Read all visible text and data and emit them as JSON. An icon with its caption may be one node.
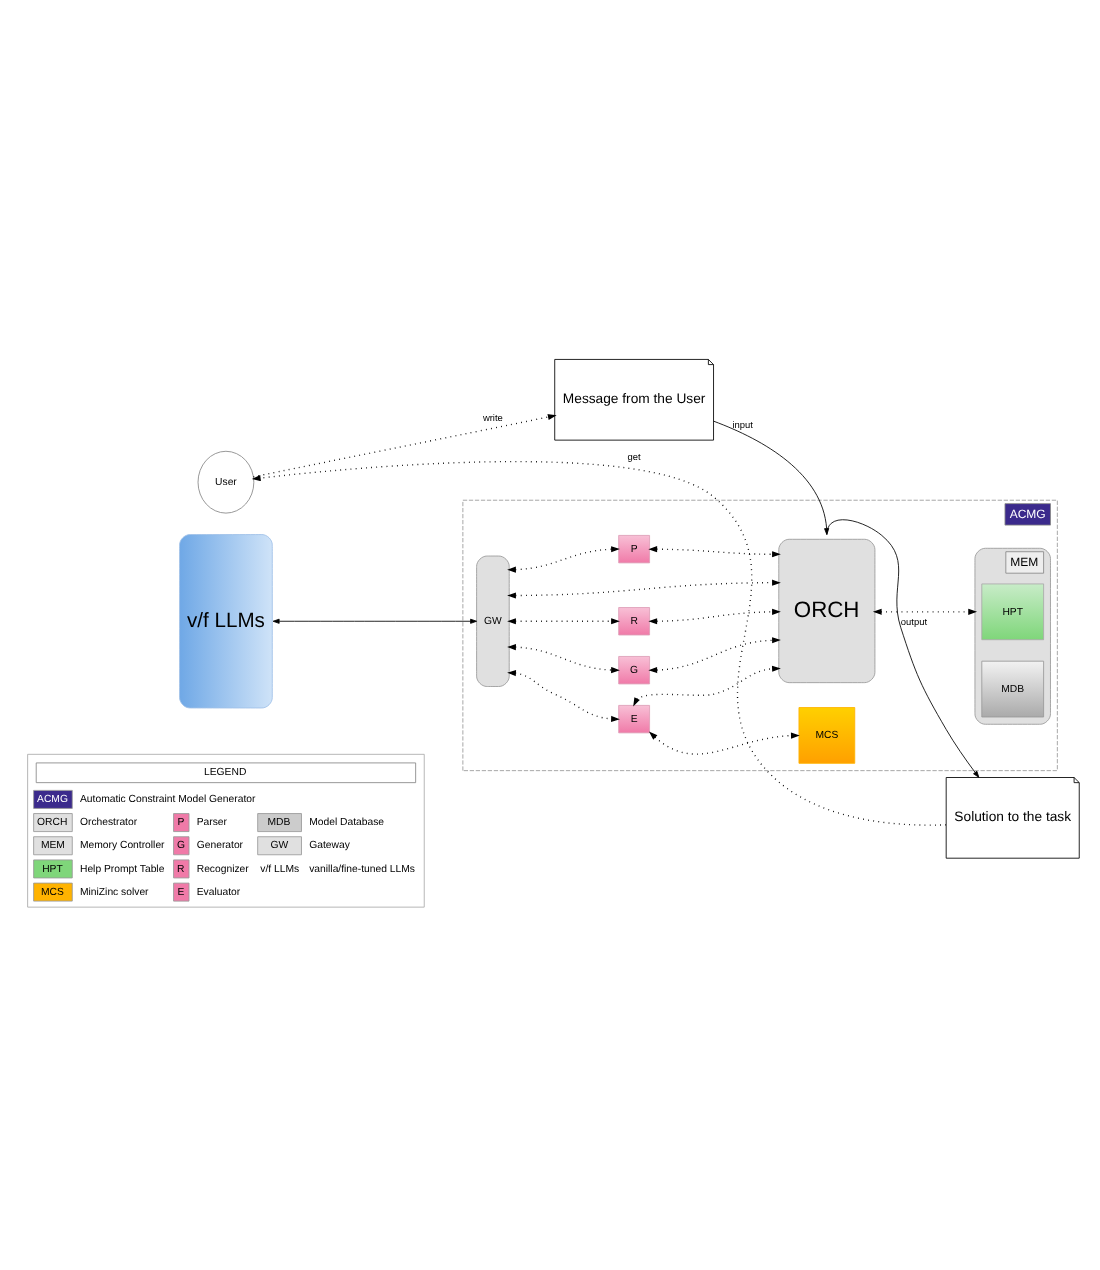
{
  "diagram": {
    "nodes": [
      {
        "text": [
          "Message from the User"
        ]
      },
      {
        "text": [
          "User"
        ]
      },
      {
        "text": [
          "Solution to the task"
        ]
      },
      {
        "text": [
          "ACMG"
        ]
      },
      {
        "text": [
          "ORCH"
        ],
        "in": 3
      },
      {
        "text": [
          "MEM"
        ],
        "in": 3
      },
      {
        "text": [
          "HPT"
        ],
        "in": 5
      },
      {
        "text": [
          "MDB"
        ],
        "in": 5
      },
      {
        "text": [
          "GW"
        ],
        "in": 3
      },
      {
        "text": [
          "P"
        ],
        "in": 3
      },
      {
        "text": [
          "R"
        ],
        "in": 3
      },
      {
        "text": [
          "G"
        ],
        "in": 3
      },
      {
        "text": [
          "E"
        ],
        "in": 3
      },
      {
        "text": [
          "MCS"
        ],
        "in": 3
      },
      {
        "text": [
          "v/f LLMs"
        ]
      }
    ],
    "edges": [
      {
        "from": 1,
        "to": 0,
        "arrow": "to",
        "label": "write",
        "style": "dashed"
      },
      {
        "from": 2,
        "to": 1,
        "arrow": "to",
        "label": "get",
        "style": "dashed"
      },
      {
        "from": 0,
        "to": 4,
        "arrow": "to",
        "label": "input"
      },
      {
        "from": 4,
        "to": 2,
        "arrow": "to",
        "label": "output"
      },
      {
        "from": 14,
        "to": 8,
        "arrow": "both"
      },
      {
        "from": 8,
        "to": 9,
        "arrow": "both",
        "style": "dashed"
      },
      {
        "from": 8,
        "to": 4,
        "arrow": "both",
        "style": "dashed"
      },
      {
        "from": 8,
        "to": 10,
        "arrow": "both",
        "style": "dashed"
      },
      {
        "from": 8,
        "to": 11,
        "arrow": "both",
        "style": "dashed"
      },
      {
        "from": 8,
        "to": 12,
        "arrow": "both",
        "style": "dashed"
      },
      {
        "from": 9,
        "to": 4,
        "arrow": "both",
        "style": "dashed"
      },
      {
        "from": 10,
        "to": 4,
        "arrow": "both",
        "style": "dashed"
      },
      {
        "from": 11,
        "to": 4,
        "arrow": "both",
        "style": "dashed"
      },
      {
        "from": 12,
        "to": 4,
        "arrow": "both",
        "style": "dashed"
      },
      {
        "from": 12,
        "to": 13,
        "arrow": "both",
        "style": "dashed"
      },
      {
        "from": 4,
        "to": 5,
        "arrow": "both",
        "style": "dashed"
      }
    ],
    "labels": [
      "LEGEND",
      "ACMG",
      "ORCH",
      "P",
      "MDB",
      "MEM",
      "G",
      "GW",
      "HPT",
      "R",
      "v/f LLMs",
      "MCS",
      "E"
    ],
    "legend": [
      {
        "text": "Automatic Constraint Model Generator",
        "color": "#3b2a8c"
      },
      {
        "text": "Orchestrator",
        "color": "#e0e0e0"
      },
      {
        "text": "Parser",
        "color": "#f07aa8"
      },
      {
        "text": "Model Database",
        "color": "#cccccc"
      },
      {
        "text": "Memory Controller",
        "color": "#e0e0e0"
      },
      {
        "text": "Generator",
        "color": "#f07aa8"
      },
      {
        "text": "Gateway",
        "color": "#e0e0e0"
      },
      {
        "text": "Help Prompt Table",
        "color": "#7fd67a"
      },
      {
        "text": "Recognizer",
        "color": "#f07aa8"
      },
      {
        "text": "vanilla/fine-tuned LLMs"
      },
      {
        "text": "MiniZinc solver",
        "color": "#ffb300"
      },
      {
        "text": "Evaluator",
        "color": "#f07aa8"
      }
    ]
  }
}
